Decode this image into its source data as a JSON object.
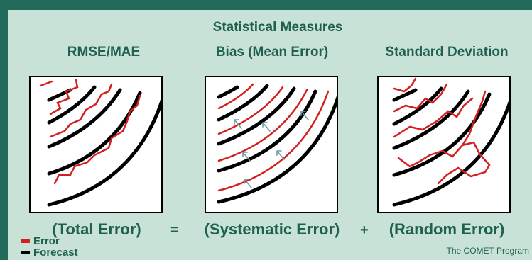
{
  "title": "Statistical Measures",
  "panels": [
    {
      "heading": "RMSE/MAE",
      "caption": "(Total Error)"
    },
    {
      "heading": "Bias (Mean Error)",
      "caption": "(Systematic Error)"
    },
    {
      "heading": "Standard Deviation",
      "caption": "(Random Error)"
    }
  ],
  "operators": [
    "=",
    "+"
  ],
  "legend": [
    {
      "label": "Error",
      "color": "#d41f1f"
    },
    {
      "label": "Forecast",
      "color": "#000000"
    }
  ],
  "credit": "The COMET Program",
  "colors": {
    "background": "#c9e2d7",
    "frame": "#226a5a",
    "text": "#1f6150",
    "forecast": "#000000",
    "error": "#d41f1f",
    "bias_arrow": "#6c9aa6"
  }
}
